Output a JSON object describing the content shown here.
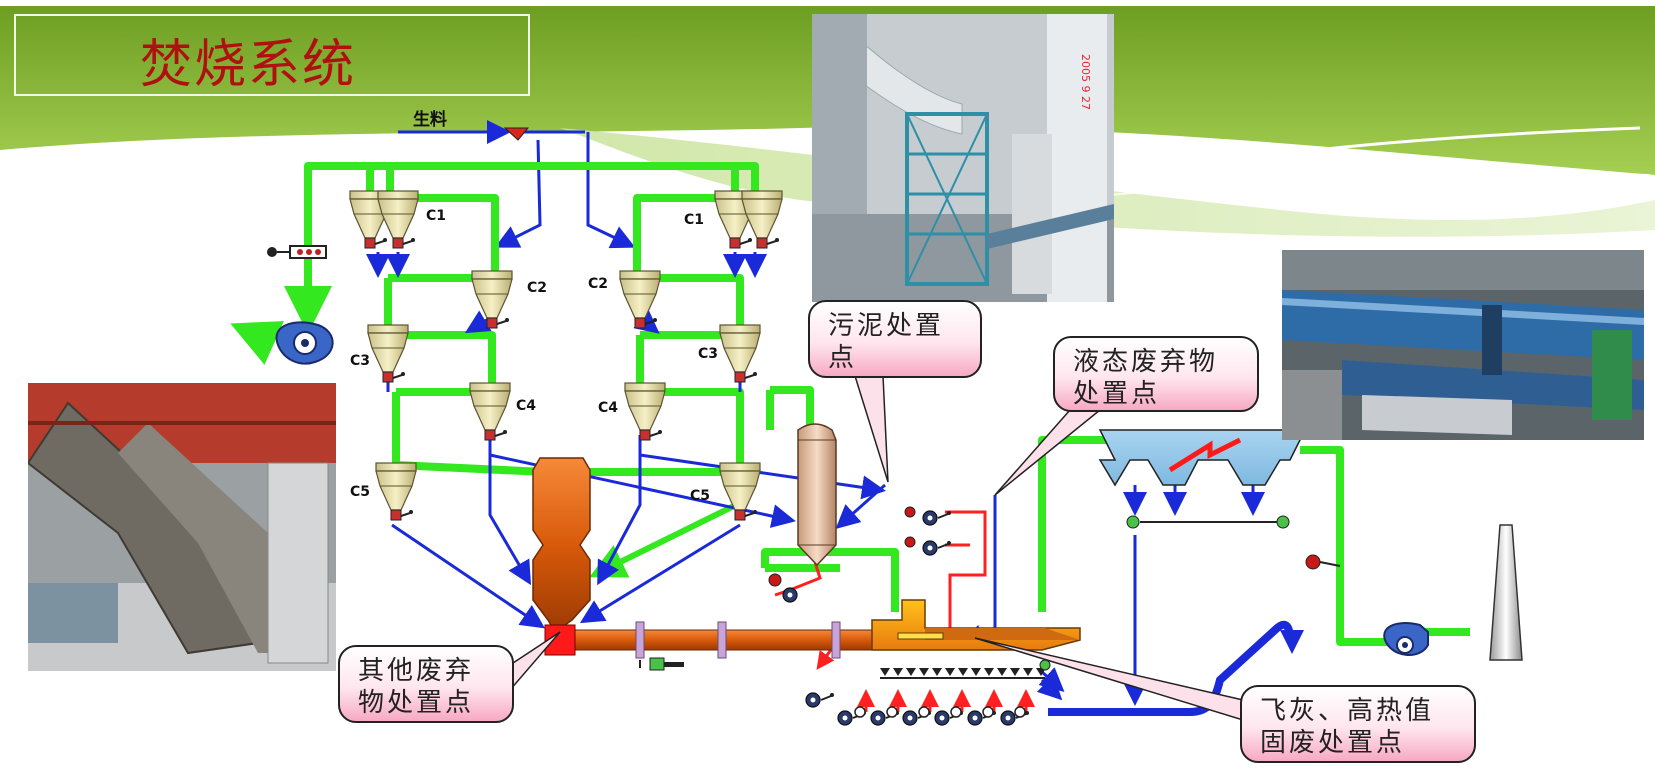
{
  "slide": {
    "title": "焚烧系统"
  },
  "diagram": {
    "raw_material_label": "生料",
    "cyclone_labels": {
      "c1": "C1",
      "c2": "C2",
      "c3": "C3",
      "c4": "C4",
      "c5": "C5"
    }
  },
  "callouts": {
    "sludge": "污泥处置点",
    "liquid_waste": "液态废弃物处置点",
    "other_waste": "其他废弃物处置点",
    "fly_ash": "飞灰、高热值固废处置点"
  },
  "photos": {
    "tower_photo_date": "2005 9 27"
  },
  "colors": {
    "gas_duct": "#33e81f",
    "material_line": "#1a2ad8",
    "kiln": "#e85c0c",
    "callout_fill": "#f7a9c3",
    "title_text": "#b01010",
    "header_green": "#7aaa2a"
  }
}
